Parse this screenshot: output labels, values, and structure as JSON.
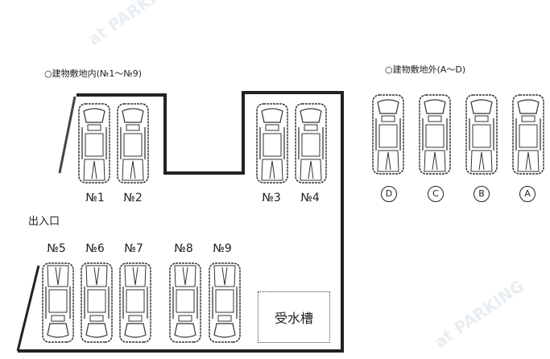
{
  "watermark": "at PARKING",
  "inside": {
    "title": "○建物敷地内(№1～№9)",
    "entrance_label": "出入口",
    "spaces": [
      "№1",
      "№2",
      "№3",
      "№4",
      "№5",
      "№6",
      "№7",
      "№8",
      "№9"
    ],
    "water_tank_label": "受水槽"
  },
  "outside": {
    "title": "○建物敷地外(A～D)",
    "spaces": [
      "D",
      "C",
      "B",
      "A"
    ]
  }
}
